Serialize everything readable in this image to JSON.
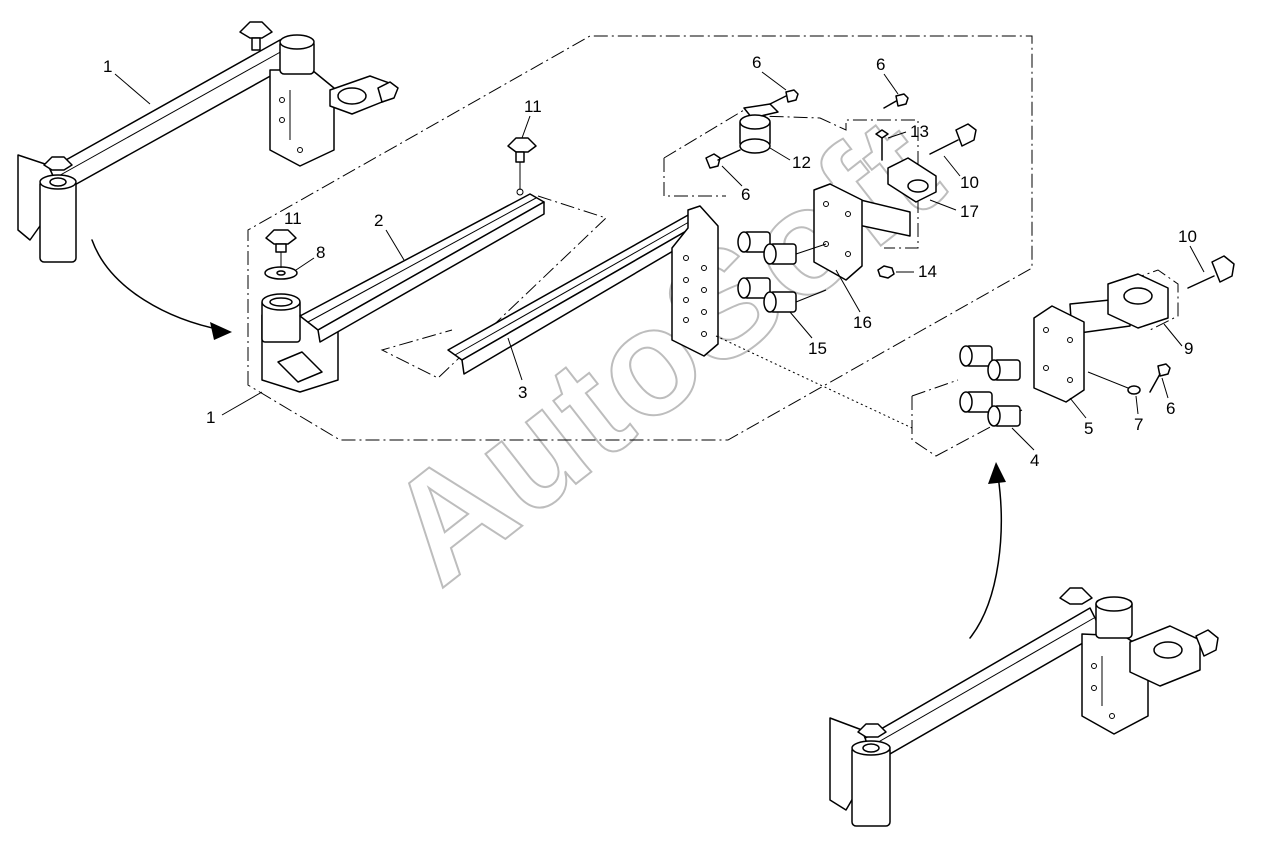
{
  "watermark": "AutoSoft",
  "callouts": {
    "c1_top": "1",
    "c1_bottom": "1",
    "c2": "2",
    "c3": "3",
    "c4": "4",
    "c5": "5",
    "c6_a": "6",
    "c6_b": "6",
    "c6_c": "6",
    "c6_d": "6",
    "c7": "7",
    "c8": "8",
    "c9": "9",
    "c10_a": "10",
    "c10_b": "10",
    "c11_a": "11",
    "c11_b": "11",
    "c12": "12",
    "c13": "13",
    "c14": "14",
    "c15": "15",
    "c16": "16",
    "c17": "17"
  }
}
